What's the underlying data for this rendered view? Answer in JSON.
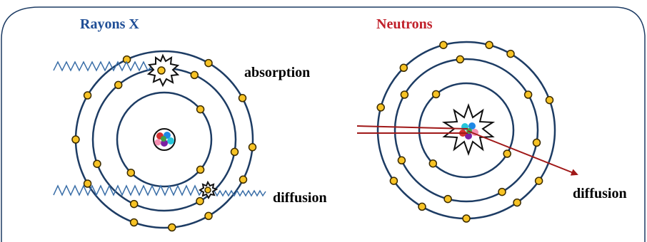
{
  "panels": {
    "xray": {
      "title": "Rayons X",
      "title_color": "#1f4e96",
      "labels": {
        "absorption": "absorption",
        "diffusion": "diffusion"
      }
    },
    "neutron": {
      "title": "Neutrons",
      "title_color": "#c0202a",
      "labels": {
        "diffusion": "diffusion"
      }
    }
  },
  "colors": {
    "frame": "#1d3c64",
    "orbit": "#1d3c64",
    "electron_fill": "#f7c325",
    "electron_stroke": "#3a2a00",
    "wave": "#3b6fa8",
    "neutron_beam": "#a01818",
    "label_text": "#000000"
  },
  "nucleus_particle_colors": [
    "#d32f2f",
    "#1e88e5",
    "#43a047",
    "#7b1fa2",
    "#f48fb1",
    "#26c6da"
  ]
}
